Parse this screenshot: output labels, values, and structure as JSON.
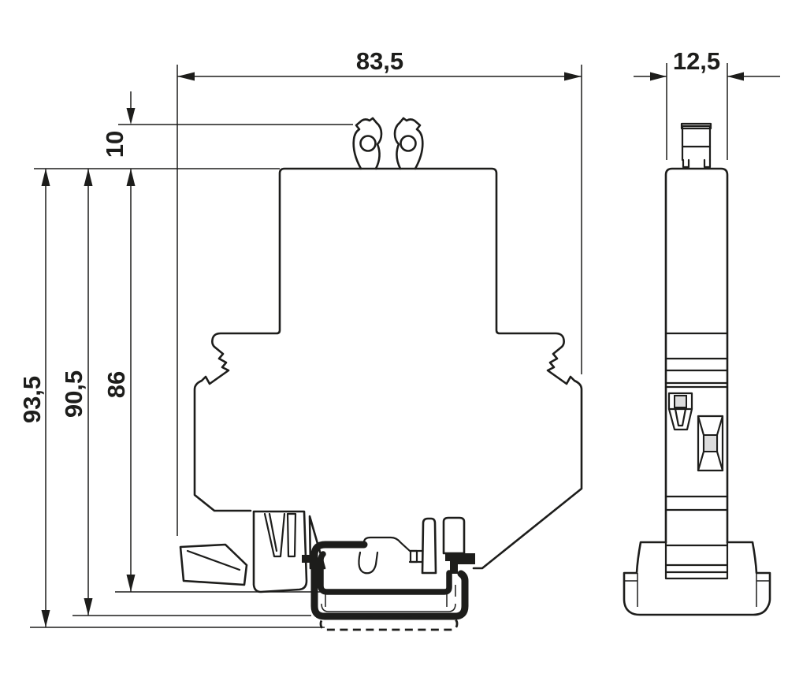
{
  "colors": {
    "line": "#1d1d1b",
    "gray_fill": "#dcdcdc",
    "background": "#ffffff"
  },
  "dims": {
    "front_width": "83,5",
    "side_width": "12,5",
    "lug_offset": "10",
    "overall_height": "93,5",
    "rail_bottom_height": "90,5",
    "rail_top_height": "86"
  }
}
